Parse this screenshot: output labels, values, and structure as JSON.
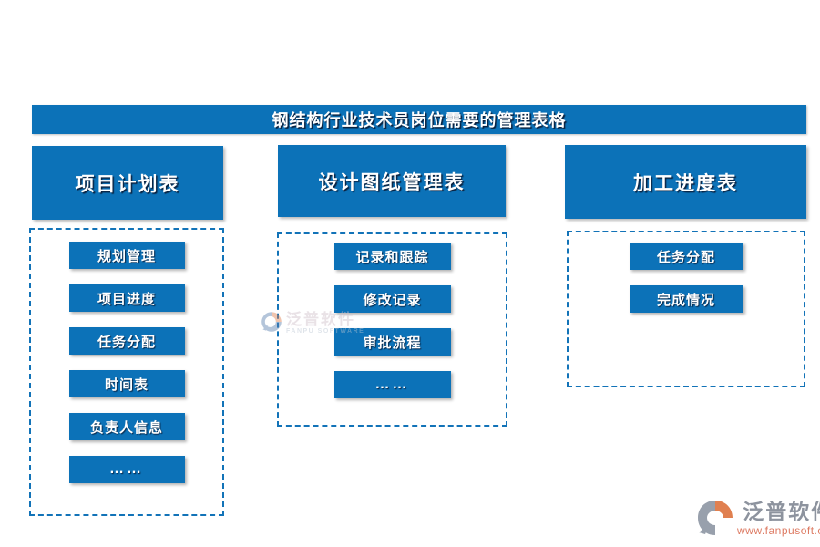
{
  "title": "钢结构行业技术员岗位需要的管理表格",
  "columns": [
    {
      "header": "项目计划表",
      "items": [
        "规划管理",
        "项目进度",
        "任务分配",
        "时间表",
        "负责人信息",
        "……"
      ]
    },
    {
      "header": "设计图纸管理表",
      "items": [
        "记录和跟踪",
        "修改记录",
        "审批流程",
        "……"
      ]
    },
    {
      "header": "加工进度表",
      "items": [
        "任务分配",
        "完成情况"
      ]
    }
  ],
  "watermark": {
    "brand": "泛普软件",
    "subtitle": "FANPU SOFTWARE"
  },
  "footer": {
    "brand": "泛普软件",
    "url": "www.fanpusoft.com"
  },
  "colors": {
    "primary_blue": "#0c72b8",
    "dashed_border": "#1273b8",
    "footer_brand_gray": "#8d939e",
    "footer_url_salmon": "#dd7a62",
    "logo_orange": "#e08050",
    "logo_gray": "#98a0ac"
  }
}
